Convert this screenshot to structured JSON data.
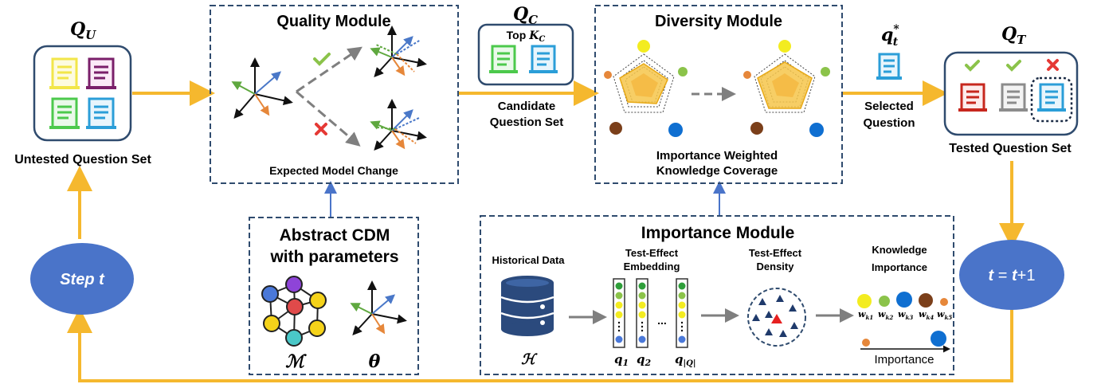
{
  "untested": {
    "symbol": "Q",
    "sub": "U",
    "label": "Untested Question Set"
  },
  "quality": {
    "title": "Quality Module",
    "caption": "Expected Model Change"
  },
  "candidate": {
    "symbol": "Q",
    "sub": "C",
    "top_label": "Top",
    "top_k": "K",
    "top_k_sub": "C",
    "label_line1": "Candidate",
    "label_line2": "Question Set"
  },
  "diversity": {
    "title": "Diversity Module",
    "caption_line1": "Importance Weighted",
    "caption_line2": "Knowledge Coverage"
  },
  "selected": {
    "symbol": "q",
    "sub": "t",
    "sup": "*",
    "label_line1": "Selected",
    "label_line2": "Question"
  },
  "tested": {
    "symbol": "Q",
    "sub": "T",
    "label": "Tested Question Set"
  },
  "cdm": {
    "title_line1": "Abstract CDM",
    "title_line2": "with parameters",
    "model_symbol": "ℳ",
    "param_symbol": "θ"
  },
  "importance": {
    "title": "Importance Module",
    "historical": "Historical Data",
    "hist_symbol": "ℋ",
    "embedding_line1": "Test-Effect",
    "embedding_line2": "Embedding",
    "density_line1": "Test-Effect",
    "density_line2": "Density",
    "knowledge_line1": "Knowledge",
    "knowledge_line2": "Importance",
    "importance_axis": "Importance",
    "ellipsis": "...",
    "q_labels": [
      "q",
      "q",
      "q"
    ],
    "q_subs": [
      "1",
      "2",
      "|Q|"
    ],
    "weights": [
      "w",
      "w",
      "w",
      "w",
      "w"
    ],
    "weight_subs": [
      "k1",
      "k2",
      "k3",
      "k4",
      "k5"
    ]
  },
  "step": {
    "label_word": "Step",
    "label_var": "t"
  },
  "update": {
    "lhs": "t",
    "eq": " = ",
    "rhs_var": "t",
    "rhs_rest": "+1"
  },
  "colors": {
    "arrow": "#f5b82e",
    "box_border": "#2f4b6e",
    "ellipse": "#4a74c9",
    "doc_yellow": "#f2e64a",
    "doc_purple": "#7a1f6a",
    "doc_green": "#4cc94c",
    "doc_blue": "#2b9ed8",
    "doc_red": "#c7271e",
    "doc_gray": "#8c8c8c",
    "check": "#8bc34a",
    "cross": "#e53935"
  }
}
